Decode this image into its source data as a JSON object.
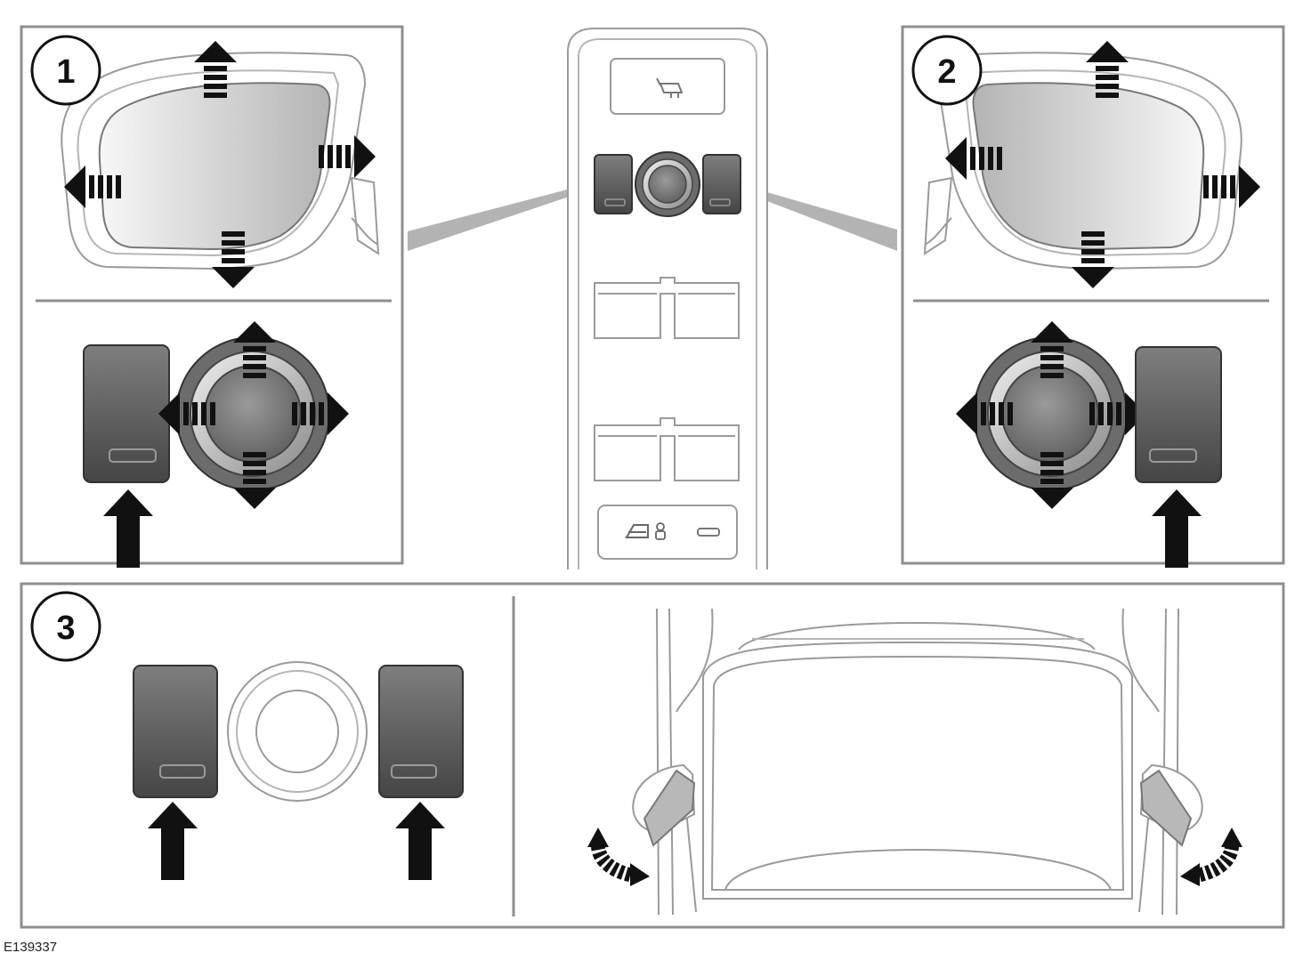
{
  "callouts": {
    "panel1": "1",
    "panel2": "2",
    "panel3": "3"
  },
  "reference_code": "E139337",
  "colors": {
    "frame": "#8e8e8e",
    "arrow": "#111111",
    "switch_dark": "#4a4a4a",
    "switch_light": "#7c7c7c",
    "mirror_light": "#f2f2f2",
    "mirror_dark": "#b9b9b9",
    "line_art": "#9a9a9a",
    "pointer": "#b3b3b3"
  },
  "icons": {
    "fold_mirror": "fold-mirrors-icon",
    "child_lock": "child-lock-icon",
    "window_lock": "window-lockout-icon"
  }
}
